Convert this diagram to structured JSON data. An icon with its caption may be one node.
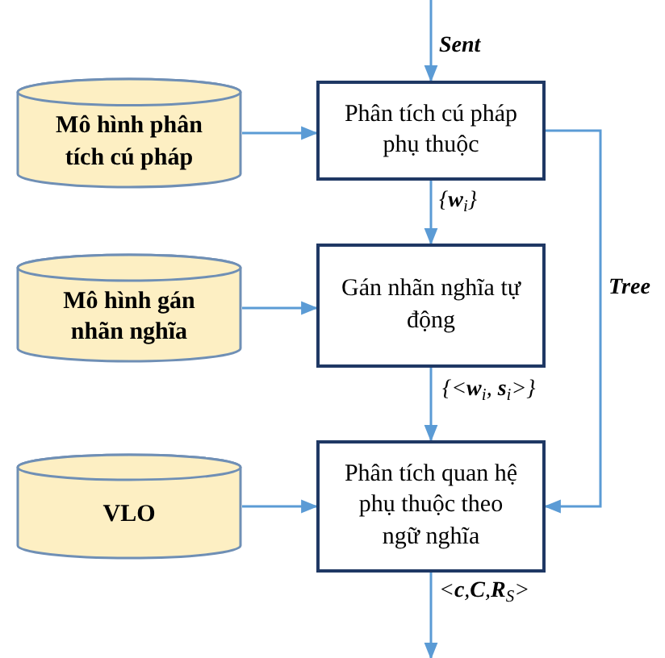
{
  "diagram": {
    "nodes": [
      {
        "text": [
          "Mô hình phân tích cú pháp"
        ]
      },
      {
        "text": [
          "Phân tích cú pháp phụ thuộc"
        ]
      },
      {
        "text": [
          "Mô hình gán nhãn nghĩa"
        ]
      },
      {
        "text": [
          "Gán nhãn nghĩa tự động"
        ]
      },
      {
        "text": [
          "VLO"
        ]
      },
      {
        "text": [
          "Phân tích quan hệ phụ thuộc theo ngữ nghĩa"
        ]
      }
    ],
    "edges": [
      {
        "from": null,
        "to": 1,
        "arrow": "to",
        "label": "Sent"
      },
      {
        "from": 0,
        "to": 1,
        "arrow": "to"
      },
      {
        "from": 1,
        "to": 3,
        "arrow": "to",
        "label": "{**w**$_{i}$}"
      },
      {
        "from": 2,
        "to": 3,
        "arrow": "to"
      },
      {
        "from": 3,
        "to": 5,
        "arrow": "to",
        "label": "{<**w**$_{i}$, **s**$_{i}$>}"
      },
      {
        "from": 4,
        "to": 5,
        "arrow": "to"
      },
      {
        "from": 1,
        "to": 5,
        "arrow": "to",
        "label": "Tree"
      },
      {
        "from": 5,
        "to": null,
        "arrow": "to",
        "label": "<**c**,**C**,**R**$_{S}$>"
      }
    ]
  }
}
